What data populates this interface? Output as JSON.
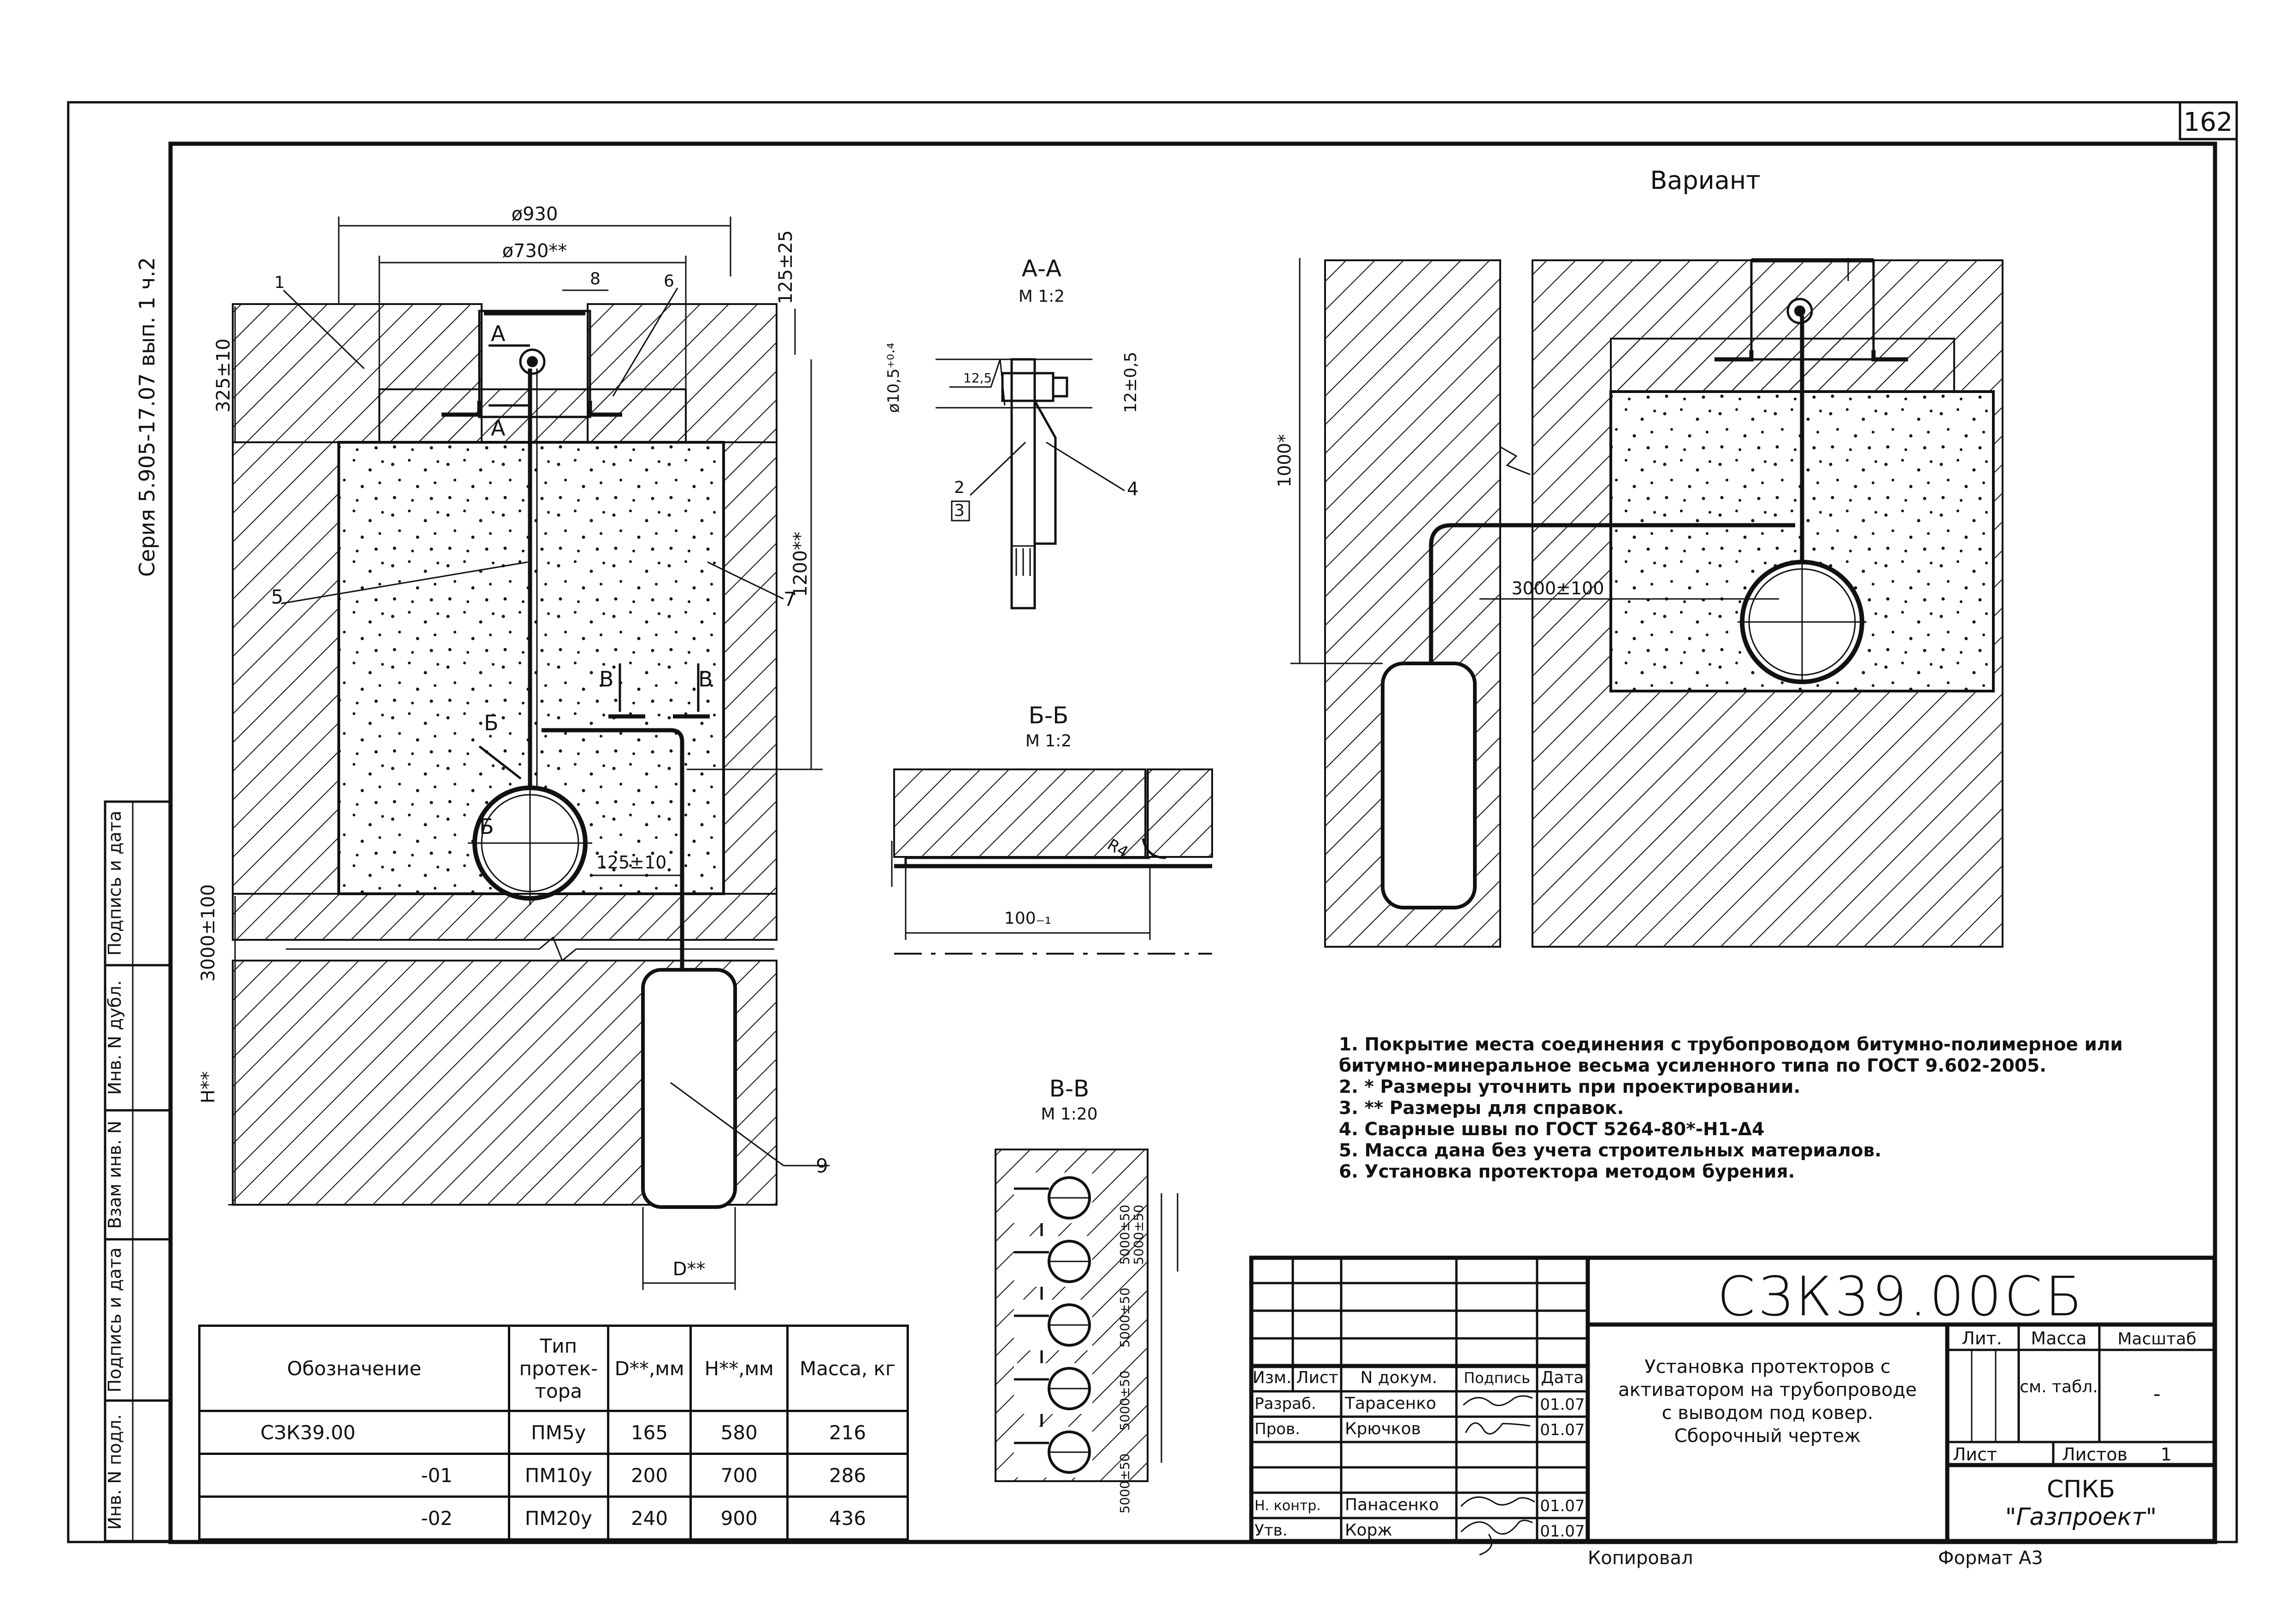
{
  "sheet_number": "162",
  "series_label": "Серия 5.905-17.07 вып. 1 ч.2",
  "left_strip": [
    "Инв. N подл.",
    "Подпись и дата",
    "Взам инв. N",
    "Инв. N дубл.",
    "Подпись и дата"
  ],
  "main_view": {
    "dim_d930": "ø930",
    "dim_d730": "ø730**",
    "dim_125_25": "125±25",
    "dim_325_10": "325±10",
    "dim_1200": "1200**",
    "dim_125_10": "125±10",
    "dim_3000_100": "3000±100",
    "dim_h": "H**",
    "dim_d": "D**",
    "section_a": "А",
    "section_b": "Б",
    "section_v": "В",
    "callouts": [
      "1",
      "8",
      "6",
      "5",
      "7",
      "9"
    ]
  },
  "section_aa": {
    "title": "А-А",
    "scale": "М 1:2",
    "dim_hole": "ø10,5⁺⁰·⁴",
    "dim_12": "12±0,5",
    "weld": "12,5",
    "callouts": [
      "2",
      "3",
      "4"
    ]
  },
  "section_bb": {
    "title": "Б-Б",
    "scale": "М 1:2",
    "dim_r": "R4",
    "dim_len": "100₋₁"
  },
  "section_vv": {
    "title": "В-В",
    "scale": "М 1:20",
    "dims": [
      "5000±50",
      "5000±50",
      "5000±50",
      "5000±50",
      "5000±50"
    ]
  },
  "variant": {
    "title": "Вариант",
    "dim_1000": "1000*",
    "dim_3000": "3000±100"
  },
  "notes": [
    "1. Покрытие места соединения с трубопроводом битумно-полимерное или битумно-минеральное весьма усиленного типа по ГОСТ 9.602-2005.",
    "2. * Размеры уточнить при проектировании.",
    "3. ** Размеры для справок.",
    "4. Сварные швы по ГОСТ 5264-80*-H1-Δ4",
    "5. Масса дана без учета строительных материалов.",
    "6. Установка протектора методом бурения."
  ],
  "spec_table": {
    "headers": [
      "Обозначение",
      "Тип протек-тора",
      "D**,мм",
      "H**,мм",
      "Масса, кг"
    ],
    "rows": [
      [
        "СЗК39.00",
        "ПМ5у",
        "165",
        "580",
        "216"
      ],
      [
        "-01",
        "ПМ10у",
        "200",
        "700",
        "286"
      ],
      [
        "-02",
        "ПМ20у",
        "240",
        "900",
        "436"
      ]
    ]
  },
  "title_block": {
    "code": "СЗК39.00СБ",
    "description": [
      "Установка протекторов с",
      "активатором на трубопроводе",
      "с выводом под ковер.",
      "Сборочный чертеж"
    ],
    "col_headers": [
      "Изм.",
      "Лист",
      "N докум.",
      "Подпись",
      "Дата"
    ],
    "people": [
      {
        "role": "Разраб.",
        "name": "Тарасенко",
        "date": "01.07"
      },
      {
        "role": "Пров.",
        "name": "Крючков",
        "date": "01.07"
      },
      {
        "role": "Н. контр.",
        "name": "Панасенко",
        "date": "01.07"
      },
      {
        "role": "Утв.",
        "name": "Корж",
        "date": "01.07"
      }
    ],
    "lit": "Лит.",
    "mass": "Масса",
    "scale": "Масштаб",
    "mass_value": "см. табл.",
    "scale_value": "-",
    "sheet": "Лист",
    "sheets": "Листов",
    "sheets_value": "1",
    "org_line1": "СПКБ",
    "org_line2": "\"Газпроект\""
  },
  "footer": {
    "copied": "Копировал",
    "format": "Формат А3"
  }
}
